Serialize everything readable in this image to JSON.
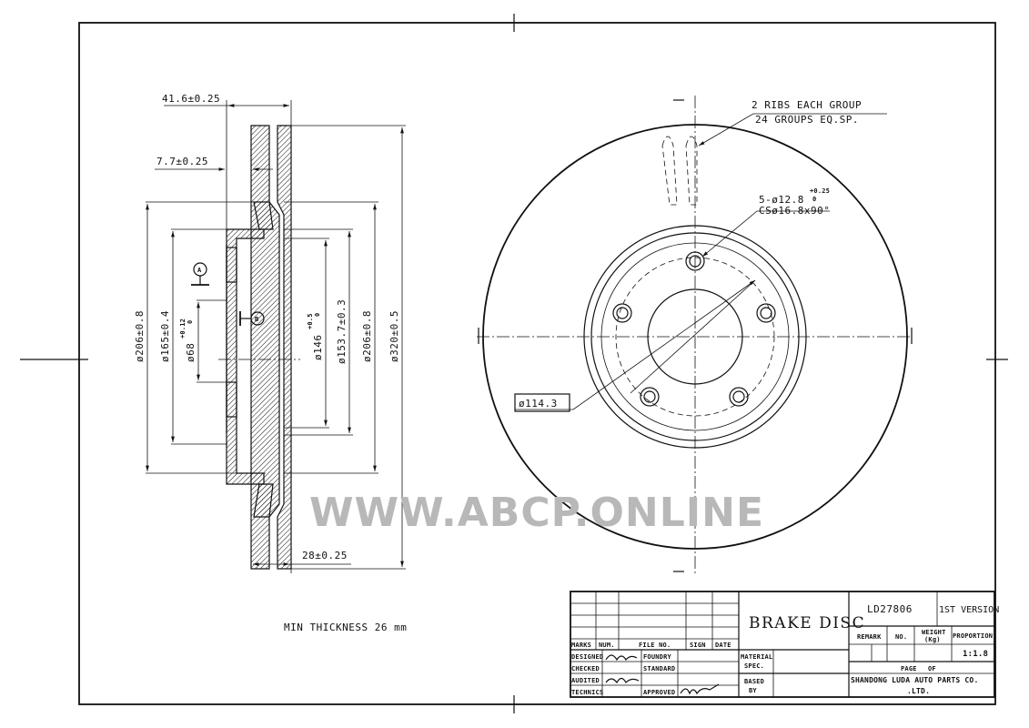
{
  "watermark": "WWW.ABCP.ONLINE",
  "side_view": {
    "dim_overall_width": "41.6±0.25",
    "dim_hat_thickness": "7.7±0.25",
    "dim_disc_thickness": "28±0.25",
    "dia_206_left": "ø206±0.8",
    "dia_165": "ø165±0.4",
    "dia_68": "ø68",
    "dia_68_tol": "+0.12",
    "dia_68_tol_low": "0",
    "dia_146": "ø146",
    "dia_146_tol": "+0.5",
    "dia_146_tol_low": "0",
    "dia_153": "ø153.7±0.3",
    "dia_206_right": "ø206±0.8",
    "dia_320": "ø320±0.5",
    "datum_a": "A",
    "datum_b": "B"
  },
  "front_view": {
    "ribs_line1": "2 RIBS EACH GROUP",
    "ribs_line2": "24 GROUPS EQ.SP.",
    "holes_line1": "5-ø12.8",
    "holes_tol_high": "+0.25",
    "holes_tol_low": "0",
    "holes_line2": "CSø16.8x90°",
    "pcd": "ø114.3"
  },
  "notes": {
    "min_thickness": "MIN THICKNESS 26 mm"
  },
  "title_block": {
    "part_name": "BRAKE DISC",
    "part_number": "LD27806",
    "version": "1ST VERSION",
    "col_marks": "MARKS",
    "col_num": "NUM.",
    "col_file_no": "FILE NO.",
    "col_sign": "SIGN",
    "col_date": "DATE",
    "designed": "DESIGNED",
    "checked": "CHECKED",
    "audited": "AUDITED",
    "technics": "TECHNICS",
    "foundry": "FOUNDRY",
    "standard": "STANDARD",
    "approved": "APPROVED",
    "material_1": "MATERIAL",
    "material_2": "SPEC.",
    "based_1": "BASED",
    "based_2": "BY",
    "remark": "REMARK",
    "no": "NO.",
    "weight": "WEIGHT",
    "weight_unit": "(Kg)",
    "proportion": "PROPORTION",
    "proportion_value": "1:1.8",
    "page": "PAGE",
    "of": "OF",
    "company_1": "SHANDONG LUDA AUTO PARTS CO.",
    "company_2": ".LTD."
  }
}
